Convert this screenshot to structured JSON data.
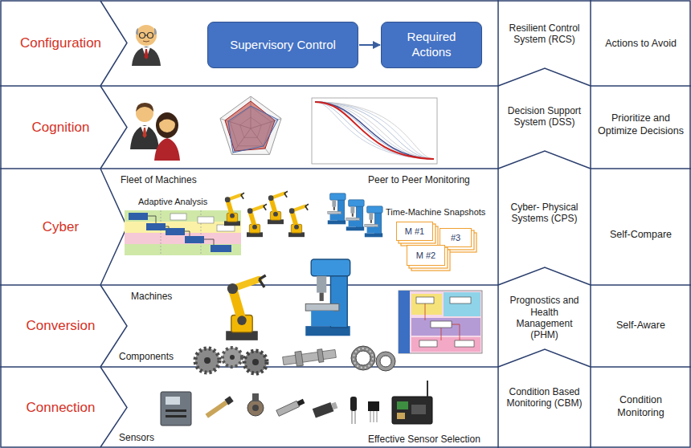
{
  "diagram": {
    "nodes": [
      {
        "text": [
          "Configuration"
        ]
      },
      {
        "text": [
          "Supervisory Control"
        ],
        "in": 0
      },
      {
        "text": [
          "Required Actions"
        ],
        "in": 0
      },
      {
        "text": [
          "Resilient Control System (RCS)"
        ]
      },
      {
        "text": [
          "Actions to Avoid"
        ]
      },
      {
        "text": [
          "Cognition"
        ]
      },
      {
        "text": [
          "Decision Support System (DSS)"
        ]
      },
      {
        "text": [
          "Prioritize and Optimize Decisions"
        ]
      },
      {
        "text": [
          "Cyber"
        ]
      },
      {
        "text": [
          "M #1"
        ],
        "in": 8
      },
      {
        "text": [
          "#3"
        ],
        "in": 8
      },
      {
        "text": [
          "M #2"
        ],
        "in": 8
      },
      {
        "text": [
          "Cyber- Physical Systems (CPS)"
        ]
      },
      {
        "text": [
          "Self-Compare"
        ]
      },
      {
        "text": [
          "Conversion"
        ]
      },
      {
        "text": [
          "Prognostics and Health Management (PHM)"
        ]
      },
      {
        "text": [
          "Self-Aware"
        ]
      },
      {
        "text": [
          "Connection"
        ]
      },
      {
        "text": [
          "Condition Based Monitoring (CBM)"
        ]
      },
      {
        "text": [
          "Condition Monitoring"
        ]
      }
    ],
    "edges": [
      {
        "from": 1,
        "to": 2,
        "arrow": "to"
      }
    ],
    "labels": [
      "Fleet of Machines",
      "Adaptive Analysis",
      "Peer to Peer Monitoring",
      "Time-Machine Snapshots",
      "Machines",
      "Components",
      "Sensors",
      "Effective Sensor Selection"
    ]
  }
}
